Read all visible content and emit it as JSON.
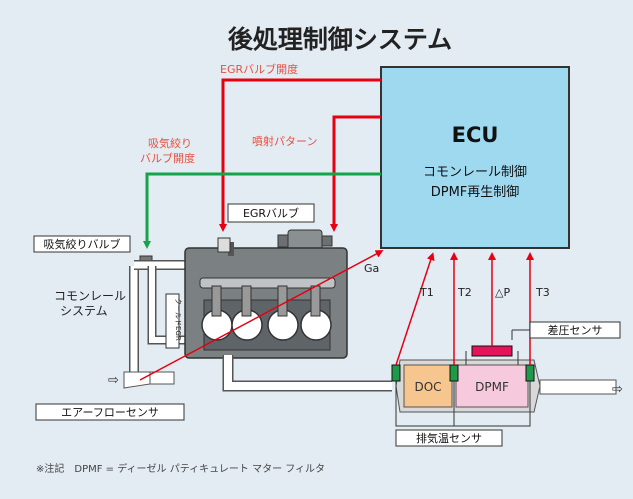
{
  "title": "後処理制御システム",
  "ecu": {
    "name": "ECU",
    "line1": "コモンレール制御",
    "line2": "DPMF再生制御"
  },
  "signals": {
    "egr_valve_opening": "EGRバルブ開度",
    "intake_throttle_opening_line1": "吸気絞り",
    "intake_throttle_opening_line2": "バルブ開度",
    "injection_pattern": "噴射パターン",
    "ga": "Ga",
    "t1": "T1",
    "t2": "T2",
    "dp": "△P",
    "t3": "T3"
  },
  "labels": {
    "egr_valve": "EGRバルブ",
    "intake_throttle_valve": "吸気絞りバルブ",
    "common_rail_line1": "コモンレール",
    "common_rail_line2": "システム",
    "cooled_egr": "クールドEGR",
    "doc": "DOC",
    "dpmf": "DPMF",
    "diff_pressure_sensor": "差圧センサ",
    "airflow_sensor": "エアーフローセンサ",
    "exhaust_temp_sensor": "排気温センサ"
  },
  "footnote": "※注記　DPMF = ディーゼル パティキュレート マター フィルタ",
  "colors": {
    "background": "#e3ecf3",
    "ecu_fill": "#9fd9ef",
    "red_signal": "#e60012",
    "green_signal": "#14a54a",
    "red_label": "#e8503f",
    "doc_fill": "#f7c58e",
    "dpmf_fill": "#f6c9dc",
    "sensor_green": "#1e9a4a",
    "diff_sensor": "#e6125a"
  }
}
